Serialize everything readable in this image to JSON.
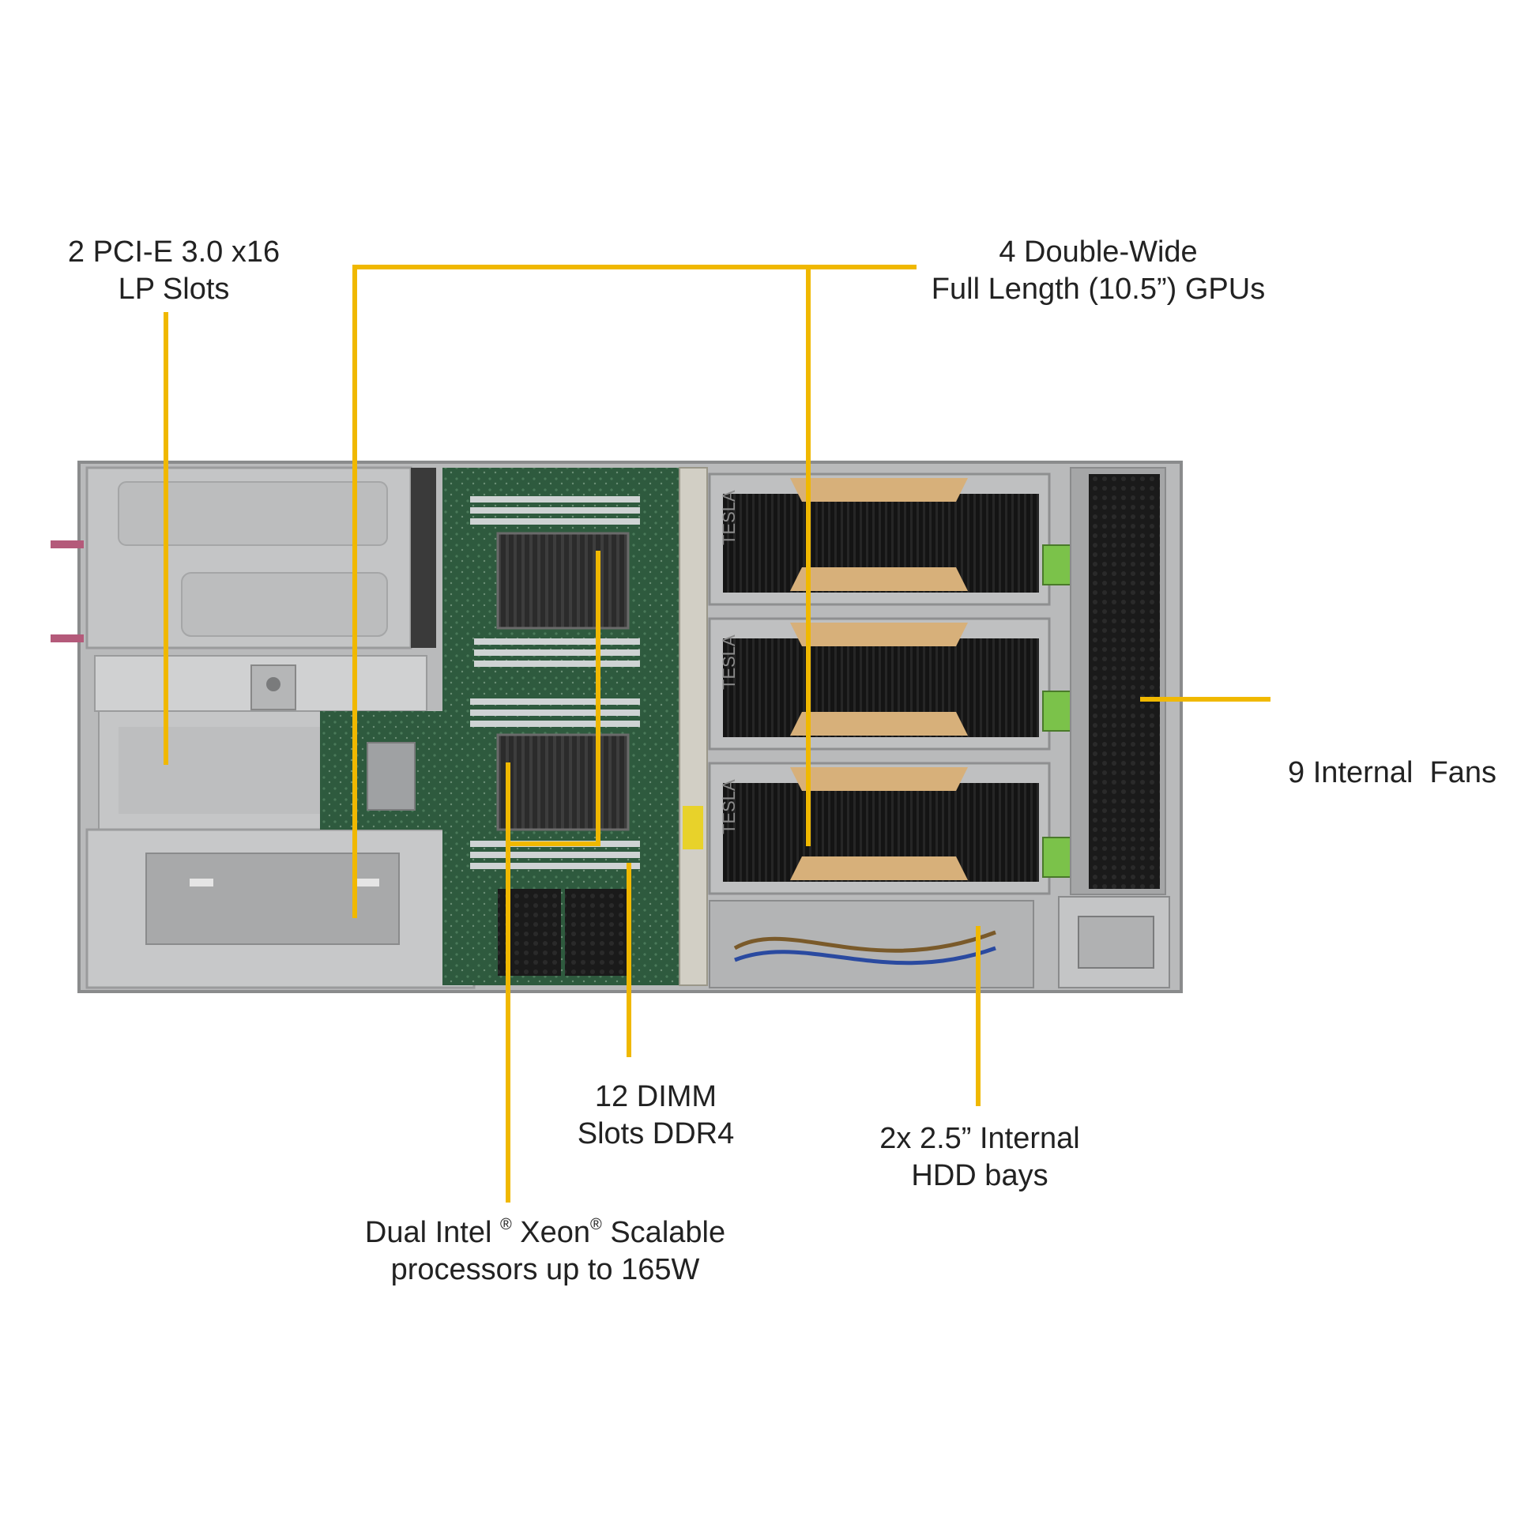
{
  "colors": {
    "leader": "#F0B800",
    "text": "#222222",
    "chassis": "#C9CACB",
    "board": "#2E5A3E",
    "gpu_body": "#1E1E1E",
    "gpu_accent": "#D7B07A"
  },
  "callouts": {
    "pcie": {
      "line1": "2 PCI-E 3.0 x16",
      "line2": "LP Slots"
    },
    "gpus": {
      "line1": "4 Double-Wide",
      "line2": "Full Length (10.5”) GPUs"
    },
    "fans": {
      "line1": "9 Internal  Fans"
    },
    "dimm": {
      "line1": "12 DIMM",
      "line2": "Slots DDR4"
    },
    "hdd": {
      "line1": "2x 2.5” Internal",
      "line2": "HDD bays"
    },
    "cpu": {
      "line1_a": "Dual Intel ",
      "reg1": "®",
      "line1_b": " Xeon",
      "reg2": "®",
      "line1_c": " Scalable",
      "line2": "processors up to 165W"
    }
  },
  "gpu_brand": "TESLA"
}
